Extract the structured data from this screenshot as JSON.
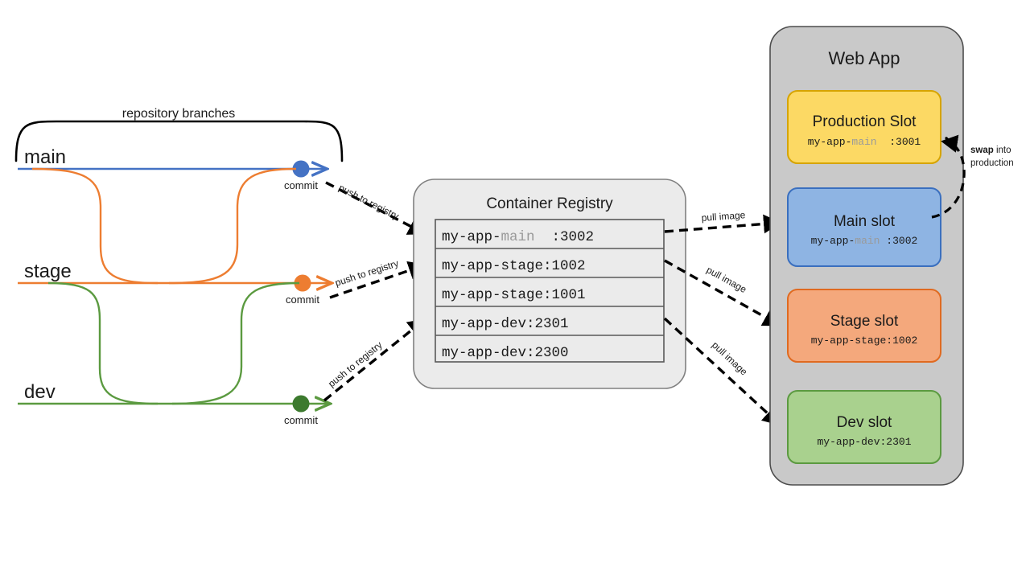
{
  "diagram": {
    "title_hidden": "",
    "colors": {
      "main_blue": "#4472C4",
      "stage_orange": "#ED7D31",
      "dev_green": "#5B9A40",
      "webapp_gray": "#C9C9C9",
      "registry_gray": "#EBEBEB",
      "production_yellow": "#FCD964",
      "main_slot_blue": "#8EB4E3",
      "stage_slot_orange": "#F4A87C",
      "dev_slot_green": "#A9D18E",
      "arrow_black": "#000000",
      "muted_text": "#9a9a9a"
    }
  },
  "repository": {
    "bracket_label": "repository branches",
    "branches": [
      {
        "name": "main",
        "color": "#4472C4",
        "commit_label": "commit"
      },
      {
        "name": "stage",
        "color": "#ED7D31",
        "commit_label": "commit"
      },
      {
        "name": "dev",
        "color": "#5B9A40",
        "commit_label": "commit"
      }
    ]
  },
  "push_arrows": [
    {
      "label": "push to registry",
      "from": "main commit",
      "to": "registry row 1"
    },
    {
      "label": "push to registry",
      "from": "stage commit",
      "to": "registry row 2"
    },
    {
      "label": "push to registry",
      "from": "dev commit",
      "to": "registry row 4"
    }
  ],
  "registry": {
    "title": "Container Registry",
    "rows": [
      {
        "prefix": "my-app-",
        "branch": "main",
        "suffix": "  :3002",
        "full": "my-app-main  :3002",
        "muted_branch": true
      },
      {
        "prefix": "my-app-stage:1002",
        "branch": "",
        "suffix": "",
        "full": "my-app-stage:1002",
        "muted_branch": false
      },
      {
        "prefix": "my-app-stage:1001",
        "branch": "",
        "suffix": "",
        "full": "my-app-stage:1001",
        "muted_branch": false
      },
      {
        "prefix": "my-app-dev:2301",
        "branch": "",
        "suffix": "",
        "full": "my-app-dev:2301",
        "muted_branch": false
      },
      {
        "prefix": "my-app-dev:2300",
        "branch": "",
        "suffix": "",
        "full": "my-app-dev:2300",
        "muted_branch": false
      }
    ]
  },
  "pull_arrows": [
    {
      "label": "pull image",
      "to": "Main slot"
    },
    {
      "label": "pull image",
      "to": "Stage slot"
    },
    {
      "label": "pull image",
      "to": "Dev slot"
    }
  ],
  "webapp": {
    "title": "Web App",
    "slots": [
      {
        "name": "Production Slot",
        "image_prefix": "my-app-",
        "image_branch": "main",
        "image_suffix": "  :3001",
        "image_full": "my-app-main  :3001",
        "muted_branch": true,
        "fill": "#FCD964",
        "stroke": "#D6A400"
      },
      {
        "name": "Main slot",
        "image_prefix": "my-app-",
        "image_branch": "main",
        "image_suffix": " :3002",
        "image_full": "my-app-main :3002",
        "muted_branch": true,
        "fill": "#8EB4E3",
        "stroke": "#3A6FBF"
      },
      {
        "name": "Stage slot",
        "image_prefix": "my-app-stage:1002",
        "image_branch": "",
        "image_suffix": "",
        "image_full": "my-app-stage:1002",
        "muted_branch": false,
        "fill": "#F4A87C",
        "stroke": "#E06A20"
      },
      {
        "name": "Dev slot",
        "image_prefix": "my-app-dev:2301",
        "image_branch": "",
        "image_suffix": "",
        "image_full": "my-app-dev:2301",
        "muted_branch": false,
        "fill": "#A9D18E",
        "stroke": "#5B9A40"
      }
    ]
  },
  "swap": {
    "bold_word": "swap",
    "rest_line1": " into",
    "line2": "production"
  }
}
